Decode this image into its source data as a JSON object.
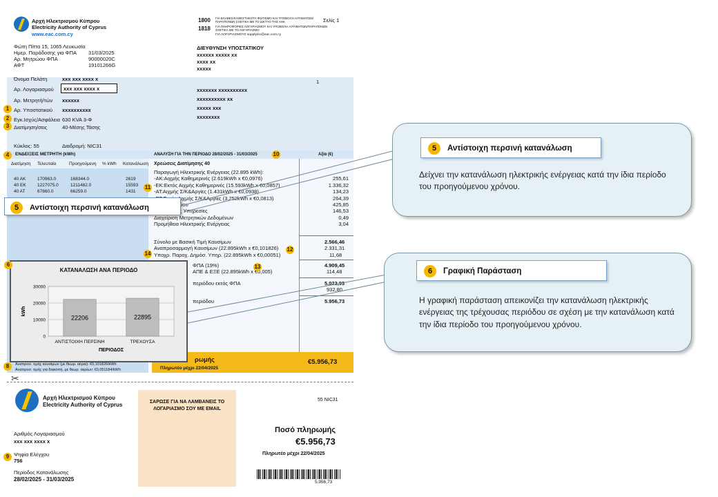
{
  "bill": {
    "company_gr": "Αρχή Ηλεκτρισμού Κύπρου",
    "company_en": "Electricity Authority of Cyprus",
    "website": "www.eac.com.cy",
    "phone1": "1800",
    "phone1_text": "ΓΙΑ ΒΛΑΒΕΣ/ΚΑΘΕΣΤΗΚΟΤΑ ΦΩΤΙΣΜΟ ΚΑΙ ΥΠΟΒΟΛΗ ΑΙΤΗΜΑΤΩΝ/ΠΑΡΑΠΟΝΩΝ ΣΧΕΤΙΚΑ ΜΕ ΤΟ ΔΙΚΤΥΟ ΤΗΣ ΑΗΚ",
    "phone2": "1818",
    "phone2_text": "ΓΙΑ ΠΛΗΡΟΦΟΡΙΕΣ ΛΟΓΑΡΙΑΣΜΟΥ ΚΑΙ ΥΠΟΒΟΛΗ ΑΙΤΗΜΑΤΩΝ/ΠΑΡΑΠΟΝΩΝ ΣΧΕΤΙΚΑ ΜΕ ΤΟ ΛΟΓΑΡΙΑΣΜΟ",
    "email_label": "ΓΙΑ ΛΟΓΑΡΙΑΣΜΟΥΣ supplyinc@eac.com.cy",
    "page_label": "Σελίς 1",
    "address": "Φώτη Πίττα 15, 1065 Λευκωσία",
    "vat_date_label": "Ημερ. Παράδοσης για ΦΠΑ",
    "vat_date": "31/03/2025",
    "vat_reg_label": "Αρ. Μητρώου ΦΠΑ",
    "vat_reg": "90000020C",
    "aft_label": "ΑΦΤ",
    "aft": "19101266G",
    "premises_title": "ΔΙΕΥΘΥΝΣΗ ΥΠΟΣΤΑΤΙΚΟΥ",
    "premises_line1": "xxxxxx xxxxx xx",
    "premises_line2": "xxxx xx",
    "premises_line3": "xxxxx",
    "customer_label": "Όνομα Πελάτη",
    "customer": "xxx xxx xxxx x",
    "account_label": "Αρ. Λογαριασμού",
    "account": "xxx xxx xxxx x",
    "meter_label": "Αρ. Μετρητή/τών",
    "meter": "xxxxxx",
    "premise_no_label": "Αρ. Υποστατικού",
    "premise_no": "xxxxxxxxxx",
    "capacity_label": "Εγκ.Ισχύς/Ασφάλεια",
    "capacity": "630 KVA 3-Φ",
    "tariff_label": "Διατίμηση/σεις",
    "tariff": "40-Μέσης Τάσης",
    "cycle_label": "Κύκλος: 55",
    "route_label": "Διαδρομή: NIC31",
    "right_line1": "xxxxxxx xxxxxxxxxx",
    "right_line2": "xxxxxxxxxx xx",
    "right_line3": "xxxxx  xxx",
    "right_line4": "xxxxxxxx",
    "one": "1",
    "meter_section_title": "ΕΝΔΕΙΞΕΙΣ ΜΕΤΡΗΤΗ (kWh)",
    "meter_cols": [
      "Διατίμηση",
      "Τελευταία",
      "Προηγούμενη",
      "% kWh",
      "Κατανάλωση"
    ],
    "meter_rows": [
      [
        "40 AK",
        "170963.0",
        "168344.0",
        "",
        "2619"
      ],
      [
        "40 EK",
        "1227075.0",
        "1211482.0",
        "",
        "15593"
      ],
      [
        "40 AT",
        "67860.0",
        "66259.0",
        "",
        "1431"
      ]
    ],
    "analysis_title": "ΑΝΑΛΥΣΗ ΓΙΑ ΤΗΝ ΠΕΡΙΟΔΟ 28/02/2025 - 31/03/2025",
    "amount_col": "Αξία (€)",
    "charges_title": "Χρεώσεις Διατίμησης 40",
    "charge_lines": [
      {
        "label": "Παραγωγή Ηλεκτρικής Ενέργειας (22.895 kWh):",
        "value": ""
      },
      {
        "label": "-ΑΚ:Αιχμής Καθημερινές (2.619kWh x €0,0976)",
        "value": "255,61"
      },
      {
        "label": "-ΕΚ:Εκτός Αιχμής Καθημερινές (15.593kWh x €0,0857)",
        "value": "1.336,32"
      },
      {
        "label": "-ΑΤ:Αιχμής Σ/Κ&Αργίες (1.431kWh x €0,0938)",
        "value": "134,23"
      },
      {
        "label": "-ΕΤ:Εκτός Αιχμής Σ/Κ&Αργίες (3.252kWh x €0,0813)",
        "value": "264,39"
      },
      {
        "label": "Χρήση Δικτύου",
        "value": "425,85"
      },
      {
        "label": "Επικουρικές Υπηρεσίες",
        "value": "146,53"
      },
      {
        "label": "Διαχείριση Μετρητικών Δεδομένων",
        "value": "0,49"
      },
      {
        "label": "Προμήθεια Ηλεκτρικής Ενέργειας",
        "value": "3,04"
      }
    ],
    "subtotal_label": "Σύνολο με Βασική Τιμή Καυσίμων",
    "subtotal": "2.566,46",
    "fuel_label": "Αναπροσαρμογή Καυσίμων (22.895kWh x €0,101826)",
    "fuel": "2.331,31",
    "pso_label": "Υποχρ. Παροχ. Δημόσ. Υπηρ. (22.895kWh x €0,00051)",
    "pso": "11,68",
    "vat_base": "4.909,45",
    "vat_label": "ΦΠΑ (19%)",
    "vat_value": "",
    "res_label": "ΑΠΕ & ΕΞΕ (22.895kWh x €0,005)",
    "res": "114,48",
    "excl_vat_label": "περιόδου εκτός ΦΠΑ",
    "excl_vat": "5.023,93",
    "vat_amount": "932,80",
    "period_total_label": "περιόδου",
    "period_total": "5.956,73",
    "pay_label": "ρωμής",
    "pay_amount": "€5.956,73",
    "pay_due": "Πληρωτέο μέχρι  22/04/2025",
    "fuel_note1": "Αναπροσ. τιμής καυσίμων (με θεωρ. αέρια): €0,101826/kWh",
    "fuel_note2": "Αναπροσ. τιμής για διακοπή. με θεωρ. αερίων: €0,051184/kWh"
  },
  "markers": [
    "1",
    "2",
    "3",
    "4",
    "5",
    "6",
    "8",
    "9",
    "10",
    "11",
    "12",
    "13",
    "14"
  ],
  "chart_data": {
    "type": "bar",
    "title": "ΚΑΤΑΝΑΛΩΣΗ ΑΝΑ ΠΕΡΙΟΔΟ",
    "categories": [
      "ΑΝΤΙΣΤΟΙΧΗ ΠΕΡΣΙΝΗ",
      "ΤΡΕΧΟΥΣΑ"
    ],
    "values": [
      22206,
      22895
    ],
    "xlabel": "ΠΕΡΙΟΔΟΣ",
    "ylabel": "kWh",
    "ylim": [
      0,
      30000
    ],
    "yticks": [
      "30000",
      "20000",
      "10000",
      "0"
    ],
    "grid": true,
    "bar_color": "#bdbdbd"
  },
  "slip": {
    "company_gr": "Αρχή Ηλεκτρισμού Κύπρου",
    "company_en": "Electricity Authority of Cyprus",
    "scan_text": "ΣΑΡΩΣΕ ΓΙΑ ΝΑ ΛΑΜΒΑΝΕΙΣ ΤΟ ΛΟΓΑΡΙΑΣΜΟ ΣΟΥ ΜΕ EMAIL",
    "code": "55  NIC31",
    "account_label": "Αριθμός Λογαριασμού",
    "account": "xxx xxx xxxx x",
    "check_label": "Ψηφία Ελέγχου",
    "check": "756",
    "period_label": "Περίοδος Κατανάλωσης",
    "period": "28/02/2025 - 31/03/2025",
    "pay_label": "Ποσό πληρωμής",
    "pay_amount": "€5.956,73",
    "pay_due": "Πληρωτέο μέχρι 22/04/2025",
    "barcode_number": "5.956,73"
  },
  "callouts": {
    "c5_num": "5",
    "c5_title": "Αντίστοιχη περσινή κατανάλωση",
    "c5_body": "Δείχνει την κατανάλωση ηλεκτρικής ενέργειας κατά την ίδια περίοδο του προηγούμενου χρόνου.",
    "c6_num": "6",
    "c6_title": "Γραφική Παράσταση",
    "c6_body": "Η γραφική παράσταση απεικονίζει την κατανάλωση ηλεκτρικής ενέργειας της τρέχουσας περιόδου σε σχέση με την κατανάλωση κατά την ίδια περίοδο του προηγούμενου χρόνου.",
    "label5_num": "5",
    "label5_text": "Αντίστοιχη περσινή κατανάλωση"
  },
  "colors": {
    "accent": "#f5b800",
    "bill_blue": "#dfeaf5",
    "callout_bg": "#e6f1f5",
    "brand": "#1f6fbf"
  }
}
